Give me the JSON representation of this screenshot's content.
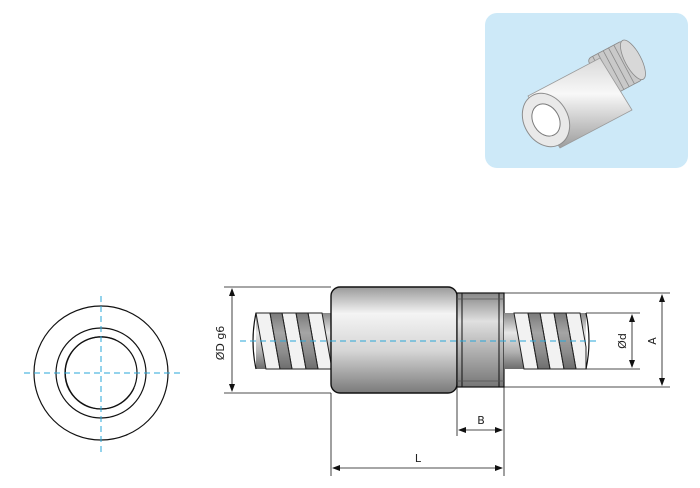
{
  "labels": {
    "outer_diameter": "ØD g6",
    "inner_diameter": "Ød",
    "height": "A",
    "thread_length": "B",
    "total_length": "L"
  },
  "colors": {
    "preview_background": "#cde9f8",
    "centerline": "#2aa7d8",
    "outline": "#111111"
  },
  "icons": {
    "preview": "nut-3d-render-icon"
  }
}
